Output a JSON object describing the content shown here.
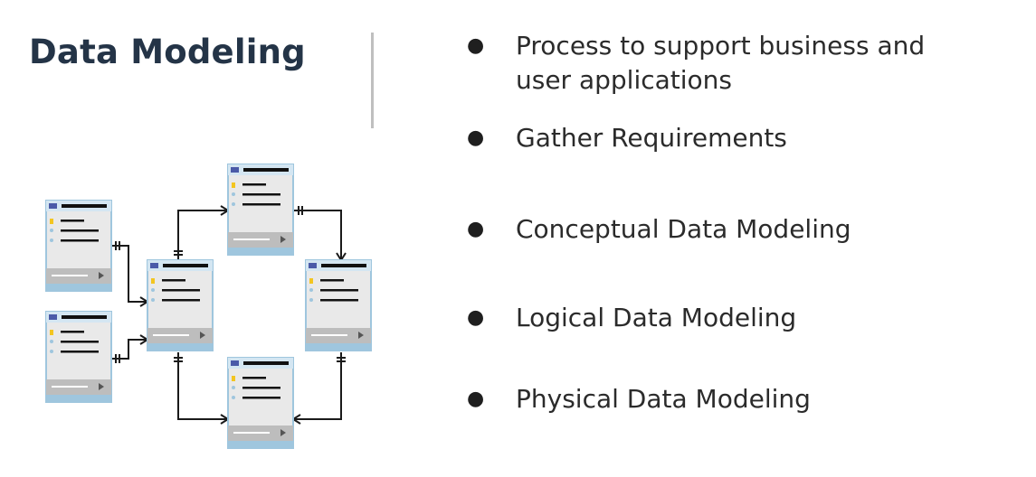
{
  "slide": {
    "title": "Data Modeling",
    "bullets": [
      "Process to support business and user applications",
      "Gather Requirements",
      "Conceptual Data Modeling",
      "Logical Data Modeling",
      "Physical Data Modeling"
    ]
  },
  "colors": {
    "title": "#243447",
    "table_header_accent": "#4b5aa8",
    "table_border": "#9fc6de",
    "key_icon": "#f3c520",
    "connector": "#1a1a1a"
  },
  "icons": {
    "diagram": "entity-relationship-diagram-icon",
    "key": "primary-key-icon",
    "bullet": "bullet-dot"
  }
}
